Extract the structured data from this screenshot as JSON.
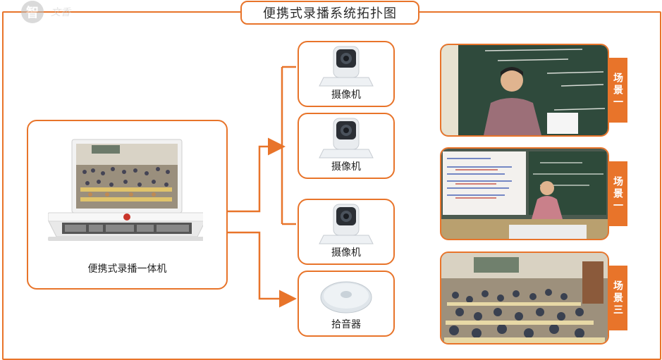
{
  "title": "便携式录播系统拓扑图",
  "logo": {
    "mark": "智",
    "text": "文香"
  },
  "laptop": {
    "label": "便携式录播一体机"
  },
  "devices": [
    {
      "label": "摄像机",
      "icon": "camera-icon"
    },
    {
      "label": "摄像机",
      "icon": "camera-icon"
    },
    {
      "label": "摄像机",
      "icon": "camera-icon"
    },
    {
      "label": "拾音器",
      "icon": "microphone-icon"
    }
  ],
  "scenes": [
    {
      "label": "场景一"
    },
    {
      "label": "场景一"
    },
    {
      "label": "场景三"
    }
  ],
  "colors": {
    "accent": "#e8742a"
  }
}
